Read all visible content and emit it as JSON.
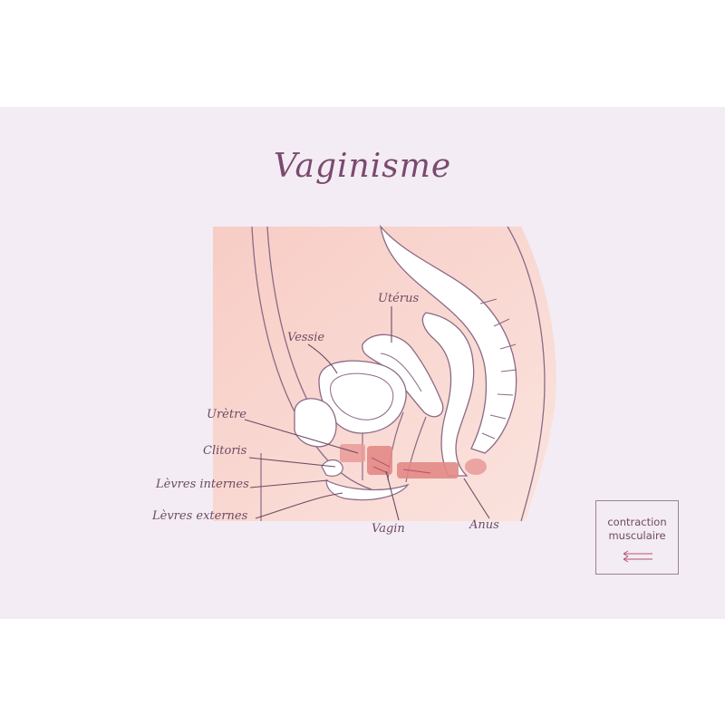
{
  "title": "Vaginisme",
  "labels": {
    "uterus": "Utérus",
    "vessie": "Vessie",
    "uretre": "Urètre",
    "clitoris": "Clitoris",
    "levres_internes": "Lèvres internes",
    "levres_externes": "Lèvres externes",
    "vagin": "Vagin",
    "anus": "Anus"
  },
  "legend": {
    "line1": "contraction",
    "line2": "musculaire",
    "arrow_icon": "contraction-arrows-icon"
  },
  "colors": {
    "background_panel": "#f3ecf4",
    "tissue": "#f6cfc7",
    "contraction": "#e08a8a",
    "outline": "#8a6a86",
    "text": "#6d4a63"
  }
}
